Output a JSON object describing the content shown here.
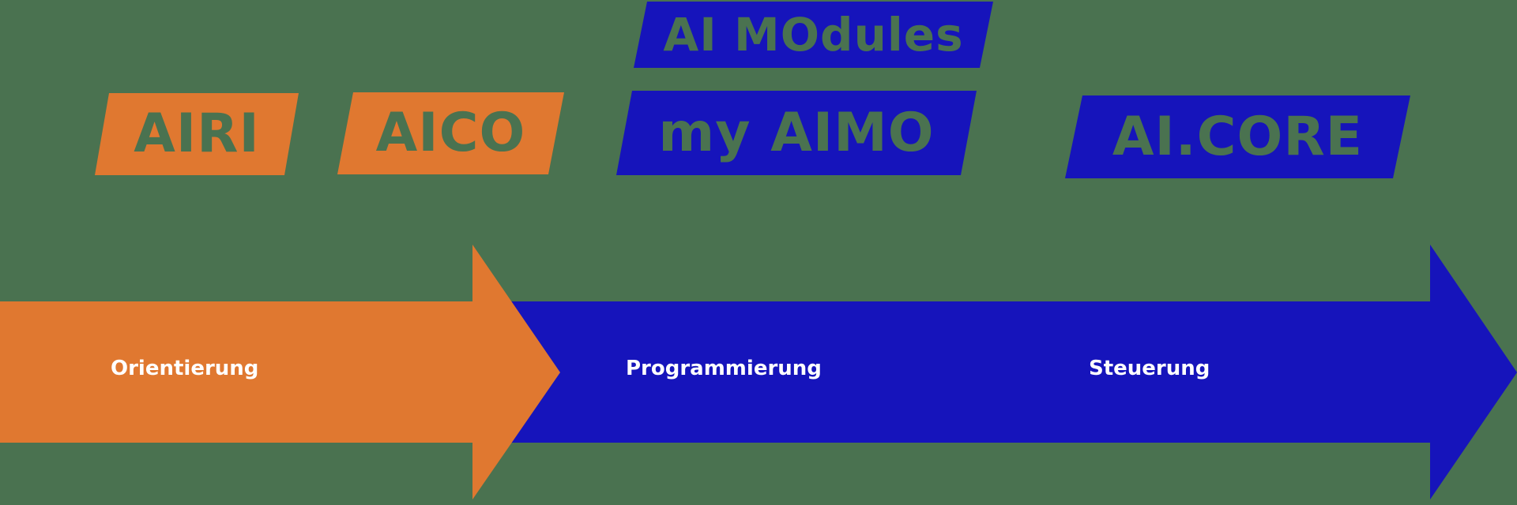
{
  "colors": {
    "background": "#4a7250",
    "orange": "#e07830",
    "blue": "#1614bb",
    "stage_text": "#ffffff",
    "product_text": "#4a7250"
  },
  "products": [
    {
      "id": "airi",
      "label": "AIRI",
      "color": "orange",
      "stage": "Orientierung"
    },
    {
      "id": "aico",
      "label": "AICO",
      "color": "orange",
      "stage": "Orientierung"
    },
    {
      "id": "ai-modules",
      "label": "AI MOdules",
      "color": "blue",
      "stage": "Programmierung"
    },
    {
      "id": "my-aimo",
      "label": "my AIMO",
      "color": "blue",
      "stage": "Programmierung"
    },
    {
      "id": "ai-core",
      "label": "AI.CORE",
      "color": "blue",
      "stage": "Steuerung"
    }
  ],
  "stages": [
    {
      "id": "orientierung",
      "label": "Orientierung",
      "color": "orange"
    },
    {
      "id": "programmierung",
      "label": "Programmierung",
      "color": "blue"
    },
    {
      "id": "steuerung",
      "label": "Steuerung",
      "color": "blue"
    }
  ]
}
